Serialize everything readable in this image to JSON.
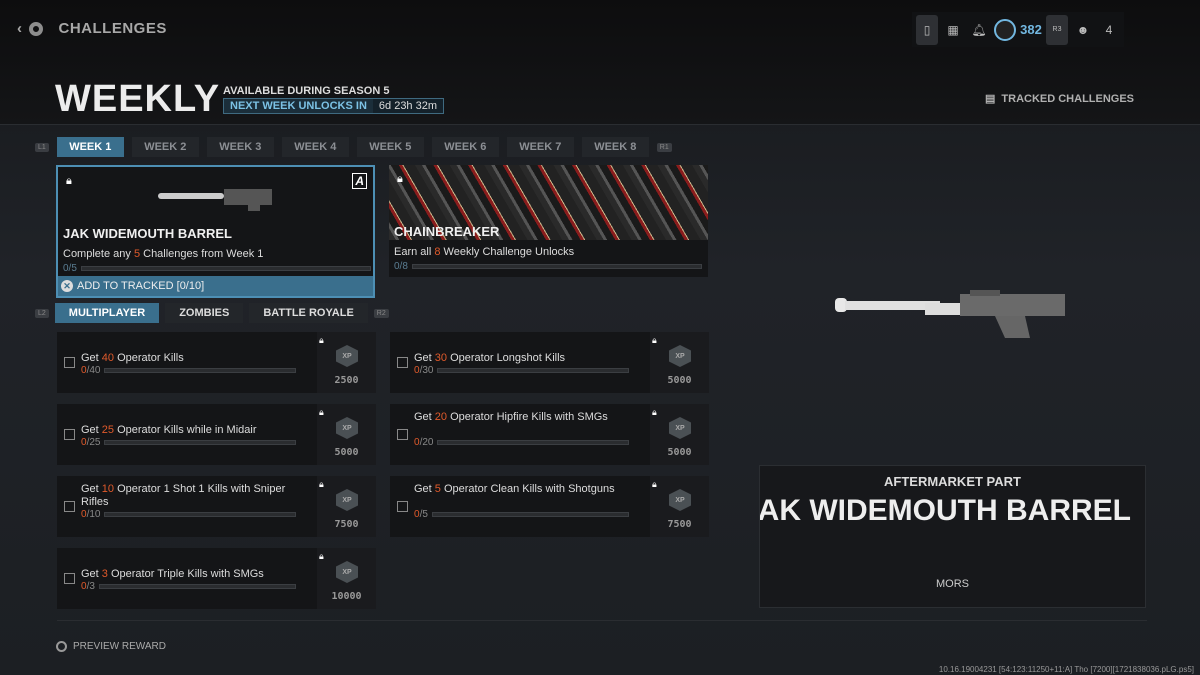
{
  "header": {
    "back_label": "CHALLENGES",
    "title": "WEEKLY",
    "available": "AVAILABLE DURING SEASON 5",
    "next_unlock_label": "NEXT WEEK UNLOCKS IN",
    "next_unlock_time": "6d 23h 32m",
    "tracked_label": "TRACKED CHALLENGES"
  },
  "topbar": {
    "r3": "R3",
    "xp_value": "382",
    "party_count": "4"
  },
  "weeks": {
    "l_tag": "L1",
    "r_tag": "R1",
    "items": [
      "WEEK 1",
      "WEEK 2",
      "WEEK 3",
      "WEEK 4",
      "WEEK 5",
      "WEEK 6",
      "WEEK 7",
      "WEEK 8"
    ],
    "selected": 0
  },
  "rewards": [
    {
      "name": "JAK WIDEMOUTH BARREL",
      "desc_pre": "Complete any ",
      "desc_num": "5",
      "desc_post": " Challenges from Week 1",
      "progress": "0/5",
      "badge": "A",
      "action": "ADD TO TRACKED [0/10]"
    },
    {
      "name": "CHAINBREAKER",
      "desc_pre": "Earn all ",
      "desc_num": "8",
      "desc_post": " Weekly Challenge Unlocks",
      "progress": "0/8"
    }
  ],
  "modes": {
    "l_tag": "L2",
    "r_tag": "R2",
    "items": [
      "MULTIPLAYER",
      "ZOMBIES",
      "BATTLE ROYALE"
    ],
    "selected": 0
  },
  "challenges": [
    {
      "pre": "Get ",
      "num": "40",
      "post": " Operator Kills",
      "cur": "0",
      "total": "/40",
      "xp": "2500",
      "xp_label": "XP"
    },
    {
      "pre": "Get ",
      "num": "30",
      "post": " Operator Longshot Kills",
      "cur": "0",
      "total": "/30",
      "xp": "5000",
      "xp_label": "XP"
    },
    {
      "pre": "Get ",
      "num": "25",
      "post": " Operator Kills while in Midair",
      "cur": "0",
      "total": "/25",
      "xp": "5000",
      "xp_label": "XP"
    },
    {
      "pre": "Get ",
      "num": "20",
      "post": " Operator Hipfire Kills with SMGs",
      "cur": "0",
      "total": "/20",
      "xp": "5000",
      "xp_label": "XP"
    },
    {
      "pre": "Get ",
      "num": "10",
      "post": " Operator 1 Shot 1 Kills with Sniper Rifles",
      "cur": "0",
      "total": "/10",
      "xp": "7500",
      "xp_label": "XP"
    },
    {
      "pre": "Get ",
      "num": "5",
      "post": " Operator Clean Kills with Shotguns",
      "cur": "0",
      "total": "/5",
      "xp": "7500",
      "xp_label": "XP"
    },
    {
      "pre": "Get ",
      "num": "3",
      "post": " Operator Triple Kills with SMGs",
      "cur": "0",
      "total": "/3",
      "xp": "10000",
      "xp_label": "XP"
    }
  ],
  "preview": {
    "category": "AFTERMARKET PART",
    "name": "JAK WIDEMOUTH BARREL",
    "weapon": "MORS"
  },
  "footer": {
    "preview_label": "PREVIEW REWARD",
    "version": "10.16.19004231 [54:123:11250+11:A] Tho [7200][1721838036.pLG.ps5]"
  },
  "colors": {
    "accent": "#3a6f8d",
    "highlight": "#e05a2b",
    "xp": "#72b7e0"
  }
}
